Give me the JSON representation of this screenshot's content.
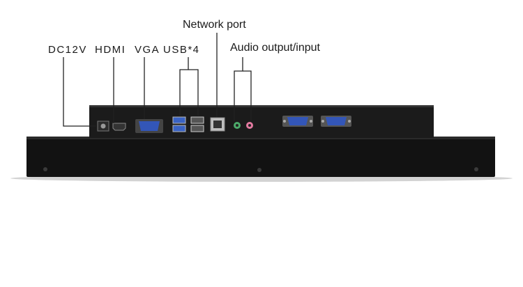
{
  "labels": {
    "dc12v": "DC12V",
    "hdmi": "HDMI",
    "vga": "VGA",
    "usb": "USB*4",
    "network": "Network port",
    "audio": "Audio output/input"
  },
  "colors": {
    "chassis": "#111111",
    "panel_top": "#1c1c1c",
    "usb_blue": "#3a63c4",
    "vga_blue": "#3356b8",
    "audio_green": "#4caa6a",
    "audio_pink": "#e27aa0",
    "shadow": "#c8c8c8"
  }
}
